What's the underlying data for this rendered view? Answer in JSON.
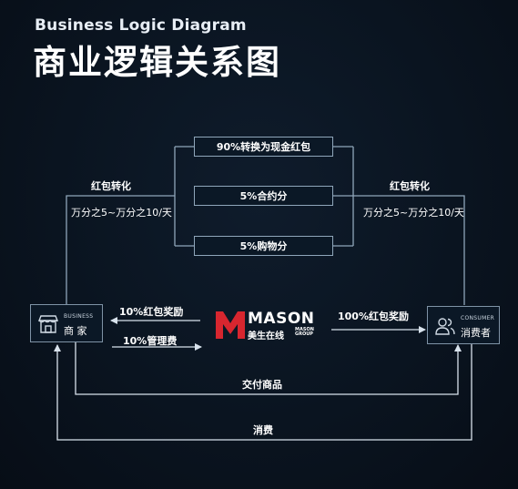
{
  "title": {
    "en": "Business Logic Diagram",
    "cn": "商业逻辑关系图"
  },
  "center_boxes": [
    "90%转换为现金红包",
    "5%合约分",
    "5%购物分"
  ],
  "left_top": {
    "label": "红包转化",
    "rate": "万分之5~万分之10/天"
  },
  "right_top": {
    "label": "红包转化",
    "rate": "万分之5~万分之10/天"
  },
  "merchant": {
    "en": "BUSINESS",
    "cn": "商 家",
    "icon": "storefront-icon"
  },
  "consumer": {
    "en": "CONSUMER",
    "cn": "消费者",
    "icon": "users-icon"
  },
  "flows": {
    "to_merchant": "10%红包奖励",
    "to_platform": "10%管理费",
    "to_consumer": "100%红包奖励",
    "deliver": "交付商品",
    "spend": "消费"
  },
  "logo": {
    "name": "MASON",
    "cn": "美生在线",
    "group": "MASON GROUP",
    "color": "#d7262f"
  },
  "colors": {
    "line": "#8fa6ba",
    "background": "#0a1420",
    "box_fill": "#0b1826"
  }
}
